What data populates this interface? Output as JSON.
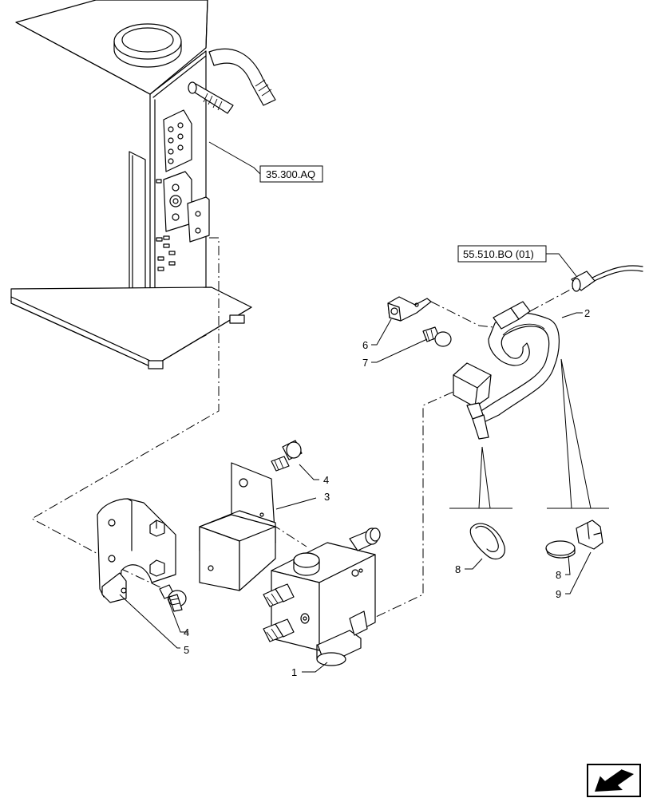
{
  "refs": {
    "tank_ref": "35.300.AQ",
    "harness_ref": "55.510.BO (01)"
  },
  "callouts": {
    "c1": "1",
    "c2": "2",
    "c3": "3",
    "c4a": "4",
    "c4b": "4",
    "c5": "5",
    "c6": "6",
    "c7": "7",
    "c8a": "8",
    "c8b": "8",
    "c9": "9"
  },
  "nav_icon": "next-page-arrow-icon"
}
